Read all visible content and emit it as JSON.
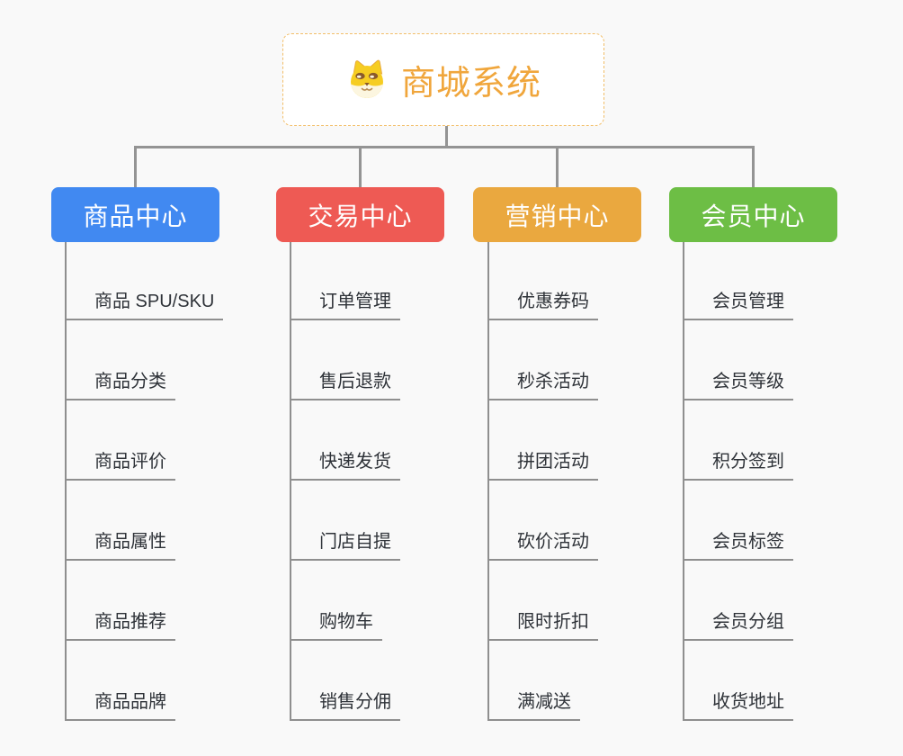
{
  "root": {
    "title": "商城系统",
    "icon": "doge-icon",
    "title_color": "#F0A63C",
    "border_color": "#F2BE68"
  },
  "colors": {
    "background": "#F9F9F9",
    "connector": "#949494",
    "leaf_line": "#8F8F8F",
    "leaf_text": "#2E3238"
  },
  "branches": [
    {
      "label": "商品中心",
      "color": "#4189F1",
      "items": [
        "商品 SPU/SKU",
        "商品分类",
        "商品评价",
        "商品属性",
        "商品推荐",
        "商品品牌"
      ]
    },
    {
      "label": "交易中心",
      "color": "#EE5A54",
      "items": [
        "订单管理",
        "售后退款",
        "快递发货",
        "门店自提",
        "购物车",
        "销售分佣"
      ]
    },
    {
      "label": "营销中心",
      "color": "#EAA83F",
      "items": [
        "优惠券码",
        "秒杀活动",
        "拼团活动",
        "砍价活动",
        "限时折扣",
        "满减送"
      ]
    },
    {
      "label": "会员中心",
      "color": "#6DBE45",
      "items": [
        "会员管理",
        "会员等级",
        "积分签到",
        "会员标签",
        "会员分组",
        "收货地址"
      ]
    }
  ]
}
